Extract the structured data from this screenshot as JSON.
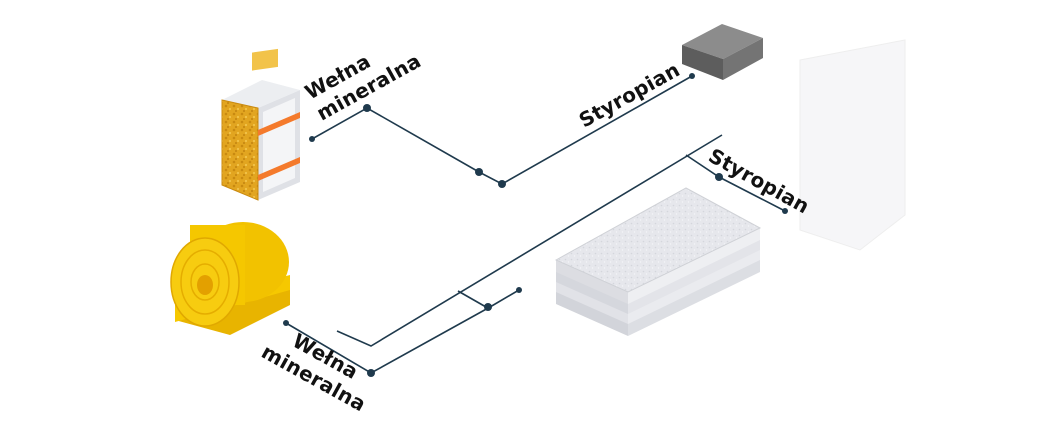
{
  "labels": {
    "top_left_line1": "Wełna",
    "top_left_line2": "mineralna",
    "top_right": "Styropian",
    "mid_right": "Styropian",
    "bottom_left_line1": "Wełna",
    "bottom_left_line2": "mineralna"
  },
  "colors": {
    "connector_line": "#1f3a4d",
    "wool_yellow": "#f5c400",
    "wool_orange": "#e8a21a",
    "foam_white": "#e9eaee",
    "foam_dark": "#6e6e6e",
    "band_orange": "#f47a2c"
  },
  "icons": [
    "mineral-wool-block-icon",
    "mineral-wool-roll-icon",
    "styrofoam-block-icon",
    "styrofoam-stack-icon"
  ]
}
